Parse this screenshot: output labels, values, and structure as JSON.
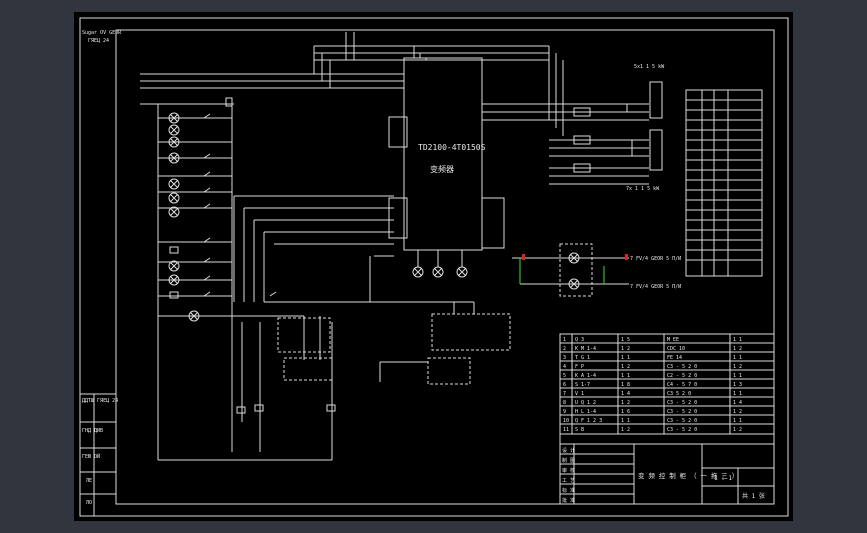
{
  "header": {
    "line1": "Sugar OV GEOR",
    "line2": "ГЯЕЦ 24"
  },
  "left_strip": [
    "ДДТШ ГЯЕЦ 24",
    "ГНД ДИВ",
    "ГЕЮ ОЙ",
    "ЛЕ",
    "ЛО"
  ],
  "inverter": {
    "model": "TD2100-4T0150S",
    "name": "变频器"
  },
  "supply_labels": {
    "top": "5x1 1 5 kW",
    "bottom": "7x 1 1 5 kW"
  },
  "motor_notes": {
    "upper": "7 FV/4 GEOR 5 П/И",
    "lower": "7 FV/4 GEOR 5 П/И"
  },
  "bom_rows": [
    [
      "1",
      "Q 3",
      "1 5",
      "M  EE",
      "1 1"
    ],
    [
      "2",
      "K M 1-4",
      "1 2",
      "CDC 10",
      "1 2"
    ],
    [
      "3",
      "T G 1",
      "1 1",
      "FE 14",
      "1 1"
    ],
    [
      "4",
      "F P",
      "1 2",
      "C3 - 5 2 0",
      "1 2"
    ],
    [
      "5",
      "K A 1-4",
      "1 1",
      "C2 - 5 2 0",
      "1 1"
    ],
    [
      "6",
      "S 1-7",
      "1 8",
      "C4 - 5 7 0",
      "1 3"
    ],
    [
      "7",
      "V 1",
      "1 4",
      "C3 5 2 0",
      "1 1"
    ],
    [
      "8",
      "U Q 1 2",
      "1 2",
      "C3 - 5 2 0",
      "1 4"
    ],
    [
      "9",
      "H L 1-4",
      "1 6",
      "C3 - 5 2 0",
      "1 2"
    ],
    [
      "10",
      "Q F 1 2 3",
      "1 1",
      "C3 - 5 2 0",
      "1 1"
    ],
    [
      "11",
      "S B",
      "1 2",
      "C3 - 5 2 0",
      "1 2"
    ]
  ],
  "title_block": {
    "drawing_title": "变 频 控 制 柜 （ 一 拖 三 ）",
    "scale": "1 : 1",
    "sheet": "共 1 张",
    "labels": [
      "设 计",
      "制 图",
      "审 核",
      "工 艺",
      "标 准",
      "批 准"
    ]
  },
  "colors": {
    "page_bg": "#31353d",
    "sheet_bg": "#000000",
    "line": "#dcdcdc",
    "bypass": "#22c322",
    "marker": "#e02020"
  }
}
